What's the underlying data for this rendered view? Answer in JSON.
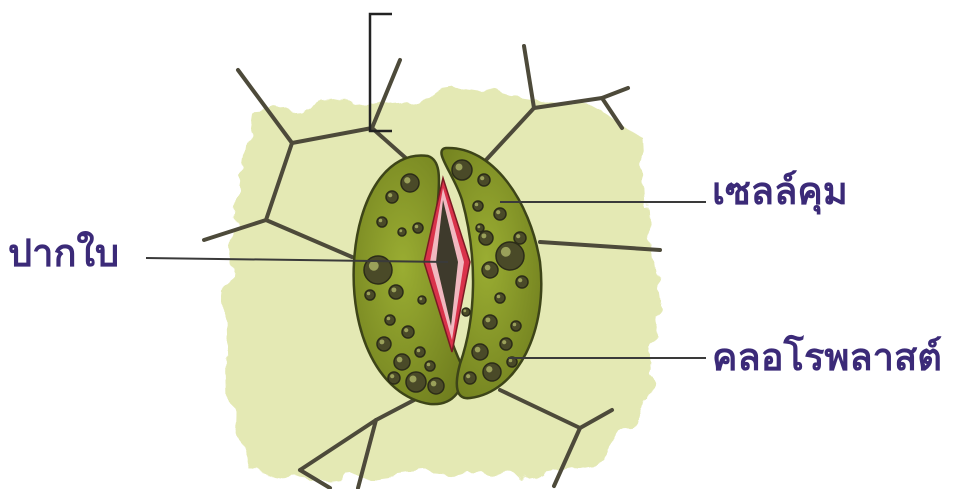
{
  "colors": {
    "label_text": "#3b2a78",
    "leader_line": "#3a3a3a",
    "background": "#ffffff",
    "epidermis": "#e4e9b4",
    "cell_wall": "#4d4a3a",
    "guard_cell": "#8a9a2a",
    "guard_cell_outline": "#3d4418",
    "pore_rim": "#d9324a",
    "pore_inner": "#f1b8c0",
    "pore": "#3e3a2c",
    "chloroplast": "#4a4a28"
  },
  "labels": {
    "stoma": "ปากใบ",
    "guard_cell": "เซลล์คุม",
    "chloroplast": "คลอโรพลาสต์"
  }
}
